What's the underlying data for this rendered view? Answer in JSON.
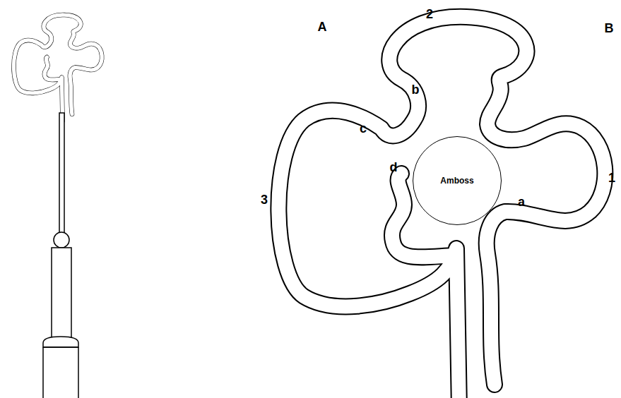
{
  "diagram": {
    "nodes": [
      {
        "text": [
          "Amboss"
        ]
      }
    ],
    "labels": [
      "A",
      "B",
      "2",
      "1",
      "3",
      "b",
      "c",
      "a",
      "d"
    ]
  }
}
